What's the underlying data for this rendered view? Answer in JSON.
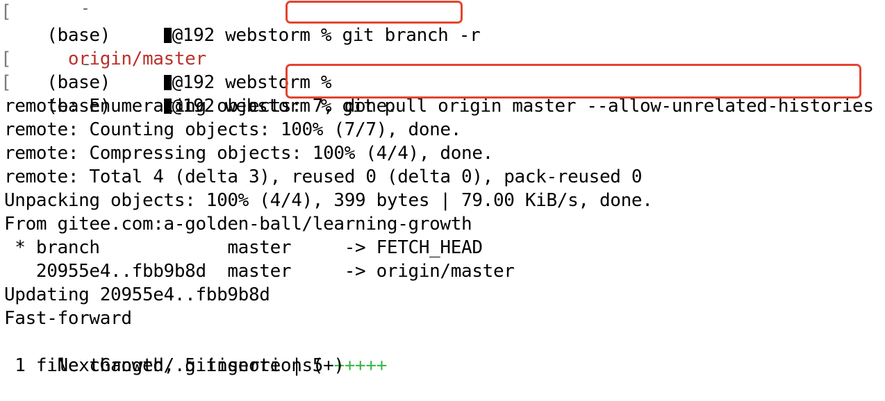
{
  "terminal": {
    "lines": [
      {
        "prompt_env": "(base)",
        "prompt_host": "@192 webstorm %",
        "command": "git branch -r"
      },
      {
        "output": "origin/master"
      },
      {
        "prompt_env": "(base)",
        "prompt_host": "@192 webstorm %",
        "command": ""
      },
      {
        "prompt_env": "(base)",
        "prompt_host": "@192 webstorm %",
        "command": "git pull origin master --allow-unrelated-histories"
      },
      {
        "output": "remote: Enumerating objects: 7, done."
      },
      {
        "output": "remote: Counting objects: 100% (7/7), done."
      },
      {
        "output": "remote: Compressing objects: 100% (4/4), done."
      },
      {
        "output": "remote: Total 4 (delta 3), reused 0 (delta 0), pack-reused 0"
      },
      {
        "output": "Unpacking objects: 100% (4/4), 399 bytes | 79.00 KiB/s, done."
      },
      {
        "output": "From gitee.com:a-golden-ball/learning-growth"
      },
      {
        "output": " * branch            master     -> FETCH_HEAD"
      },
      {
        "output": "   20955e4..fbb9b8d  master     -> origin/master"
      },
      {
        "output": "Updating 20955e4..fbb9b8d"
      },
      {
        "output": "Fast-forward"
      },
      {
        "output_prefix": " NextGrowth/.gitignore | 5 ",
        "output_plus": "+++++"
      },
      {
        "output": " 1 file changed, 5 insertions(+)"
      }
    ]
  },
  "colors": {
    "background": "#ffffff",
    "text": "#000000",
    "remote_branch": "#b8322a",
    "insertions": "#3cb84a",
    "highlight_box": "#e5432f"
  }
}
